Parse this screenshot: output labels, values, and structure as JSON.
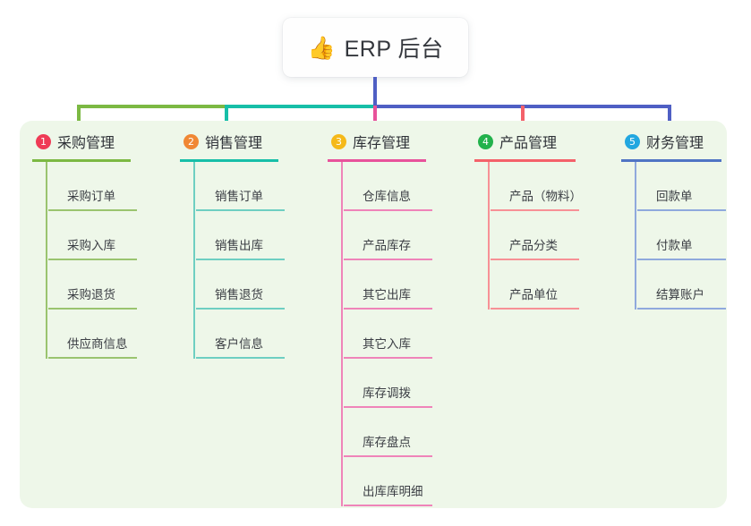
{
  "root": {
    "icon": "thumbs-up-icon",
    "emoji": "👍",
    "title": "ERP 后台"
  },
  "colors": {
    "panel_background": "#eef7e9",
    "root_stem": "#4f5fc4",
    "bus_left": "#7cb943",
    "bus_mid": "#17bfa8",
    "bus_right": "#4f5fc4",
    "page_background": "#ffffff"
  },
  "columns": [
    {
      "number": "1",
      "title": "采购管理",
      "badge_color": "#ef3b56",
      "line_color": "#7cb943",
      "item_line_color": "#9ac46f",
      "items": [
        {
          "label": "采购订单"
        },
        {
          "label": "采购入库"
        },
        {
          "label": "采购退货"
        },
        {
          "label": "供应商信息"
        }
      ]
    },
    {
      "number": "2",
      "title": "销售管理",
      "badge_color": "#f08734",
      "line_color": "#17bfa8",
      "item_line_color": "#6ecfc2",
      "items": [
        {
          "label": "销售订单"
        },
        {
          "label": "销售出库"
        },
        {
          "label": "销售退货"
        },
        {
          "label": "客户信息"
        }
      ]
    },
    {
      "number": "3",
      "title": "库存管理",
      "badge_color": "#f5b919",
      "line_color": "#e8529b",
      "item_line_color": "#ef84b9",
      "items": [
        {
          "label": "仓库信息"
        },
        {
          "label": "产品库存"
        },
        {
          "label": "其它出库"
        },
        {
          "label": "其它入库"
        },
        {
          "label": "库存调拨"
        },
        {
          "label": "库存盘点"
        },
        {
          "label": "出库库明细"
        }
      ]
    },
    {
      "number": "4",
      "title": "产品管理",
      "badge_color": "#22b24c",
      "line_color": "#f4616a",
      "item_line_color": "#f79196",
      "items": [
        {
          "label": "产品（物料）"
        },
        {
          "label": "产品分类"
        },
        {
          "label": "产品单位"
        }
      ]
    },
    {
      "number": "5",
      "title": "财务管理",
      "badge_color": "#22a7e0",
      "line_color": "#4f74c4",
      "item_line_color": "#8fa9dd",
      "items": [
        {
          "label": "回款单"
        },
        {
          "label": "付款单"
        },
        {
          "label": "结算账户"
        }
      ]
    }
  ]
}
